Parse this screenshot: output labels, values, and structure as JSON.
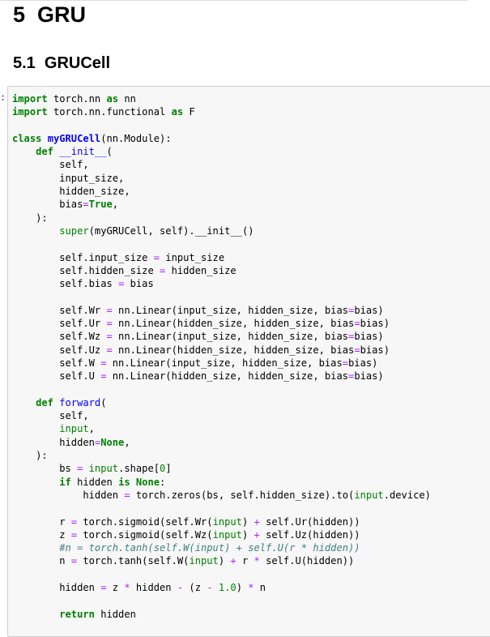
{
  "heading": {
    "h1": "5  GRU",
    "h2": "5.1  GRUCell"
  },
  "cell": {
    "prompt": ":"
  },
  "code_lines": [
    [
      [
        "kw",
        "import"
      ],
      [
        "t",
        " torch.nn "
      ],
      [
        "kw",
        "as"
      ],
      [
        "t",
        " nn"
      ]
    ],
    [
      [
        "kw",
        "import"
      ],
      [
        "t",
        " torch.nn.functional "
      ],
      [
        "kw",
        "as"
      ],
      [
        "t",
        " F"
      ]
    ],
    [],
    [
      [
        "kw",
        "class"
      ],
      [
        "t",
        " "
      ],
      [
        "nc",
        "myGRUCell"
      ],
      [
        "t",
        "(nn.Module):"
      ]
    ],
    [
      [
        "t",
        "    "
      ],
      [
        "kw",
        "def"
      ],
      [
        "t",
        " "
      ],
      [
        "nf",
        "__init__"
      ],
      [
        "t",
        "("
      ]
    ],
    [
      [
        "t",
        "        self,"
      ]
    ],
    [
      [
        "t",
        "        input_size,"
      ]
    ],
    [
      [
        "t",
        "        hidden_size,"
      ]
    ],
    [
      [
        "t",
        "        bias"
      ],
      [
        "op",
        "="
      ],
      [
        "kw",
        "True"
      ],
      [
        "t",
        ","
      ]
    ],
    [
      [
        "t",
        "    ):"
      ]
    ],
    [
      [
        "t",
        "        "
      ],
      [
        "nb",
        "super"
      ],
      [
        "t",
        "(myGRUCell, self)."
      ],
      [
        "t",
        "__init__"
      ],
      [
        "t",
        "()"
      ]
    ],
    [],
    [
      [
        "t",
        "        self.input_size "
      ],
      [
        "op",
        "="
      ],
      [
        "t",
        " input_size"
      ]
    ],
    [
      [
        "t",
        "        self.hidden_size "
      ],
      [
        "op",
        "="
      ],
      [
        "t",
        " hidden_size"
      ]
    ],
    [
      [
        "t",
        "        self.bias "
      ],
      [
        "op",
        "="
      ],
      [
        "t",
        " bias"
      ]
    ],
    [],
    [
      [
        "t",
        "        self.Wr "
      ],
      [
        "op",
        "="
      ],
      [
        "t",
        " nn.Linear(input_size, hidden_size, bias"
      ],
      [
        "op",
        "="
      ],
      [
        "t",
        "bias)"
      ]
    ],
    [
      [
        "t",
        "        self.Ur "
      ],
      [
        "op",
        "="
      ],
      [
        "t",
        " nn.Linear(hidden_size, hidden_size, bias"
      ],
      [
        "op",
        "="
      ],
      [
        "t",
        "bias)"
      ]
    ],
    [
      [
        "t",
        "        self.Wz "
      ],
      [
        "op",
        "="
      ],
      [
        "t",
        " nn.Linear(input_size, hidden_size, bias"
      ],
      [
        "op",
        "="
      ],
      [
        "t",
        "bias)"
      ]
    ],
    [
      [
        "t",
        "        self.Uz "
      ],
      [
        "op",
        "="
      ],
      [
        "t",
        " nn.Linear(hidden_size, hidden_size, bias"
      ],
      [
        "op",
        "="
      ],
      [
        "t",
        "bias)"
      ]
    ],
    [
      [
        "t",
        "        self.W "
      ],
      [
        "op",
        "="
      ],
      [
        "t",
        " nn.Linear(input_size, hidden_size, bias"
      ],
      [
        "op",
        "="
      ],
      [
        "t",
        "bias)"
      ]
    ],
    [
      [
        "t",
        "        self.U "
      ],
      [
        "op",
        "="
      ],
      [
        "t",
        " nn.Linear(hidden_size, hidden_size, bias"
      ],
      [
        "op",
        "="
      ],
      [
        "t",
        "bias)"
      ]
    ],
    [],
    [
      [
        "t",
        "    "
      ],
      [
        "kw",
        "def"
      ],
      [
        "t",
        " "
      ],
      [
        "nf",
        "forward"
      ],
      [
        "t",
        "("
      ]
    ],
    [
      [
        "t",
        "        self,"
      ]
    ],
    [
      [
        "t",
        "        "
      ],
      [
        "nb",
        "input"
      ],
      [
        "t",
        ","
      ]
    ],
    [
      [
        "t",
        "        hidden"
      ],
      [
        "op",
        "="
      ],
      [
        "kw",
        "None"
      ],
      [
        "t",
        ","
      ]
    ],
    [
      [
        "t",
        "    ):"
      ]
    ],
    [
      [
        "t",
        "        bs "
      ],
      [
        "op",
        "="
      ],
      [
        "t",
        " "
      ],
      [
        "nb",
        "input"
      ],
      [
        "t",
        ".shape["
      ],
      [
        "mi",
        "0"
      ],
      [
        "t",
        "]"
      ]
    ],
    [
      [
        "t",
        "        "
      ],
      [
        "kw",
        "if"
      ],
      [
        "t",
        " hidden "
      ],
      [
        "kw",
        "is"
      ],
      [
        "t",
        " "
      ],
      [
        "kw",
        "None"
      ],
      [
        "t",
        ":"
      ]
    ],
    [
      [
        "t",
        "            hidden "
      ],
      [
        "op",
        "="
      ],
      [
        "t",
        " torch.zeros(bs, self.hidden_size).to("
      ],
      [
        "nb",
        "input"
      ],
      [
        "t",
        ".device)"
      ]
    ],
    [],
    [
      [
        "t",
        "        r "
      ],
      [
        "op",
        "="
      ],
      [
        "t",
        " torch.sigmoid(self.Wr("
      ],
      [
        "nb",
        "input"
      ],
      [
        "t",
        ") "
      ],
      [
        "op",
        "+"
      ],
      [
        "t",
        " self.Ur(hidden))"
      ]
    ],
    [
      [
        "t",
        "        z "
      ],
      [
        "op",
        "="
      ],
      [
        "t",
        " torch.sigmoid(self.Wz("
      ],
      [
        "nb",
        "input"
      ],
      [
        "t",
        ") "
      ],
      [
        "op",
        "+"
      ],
      [
        "t",
        " self.Uz(hidden))"
      ]
    ],
    [
      [
        "t",
        "        "
      ],
      [
        "cm",
        "#n = torch.tanh(self.W(input) + self.U(r * hidden))"
      ]
    ],
    [
      [
        "t",
        "        n "
      ],
      [
        "op",
        "="
      ],
      [
        "t",
        " torch.tanh(self.W("
      ],
      [
        "nb",
        "input"
      ],
      [
        "t",
        ") "
      ],
      [
        "op",
        "+"
      ],
      [
        "t",
        " r "
      ],
      [
        "op",
        "*"
      ],
      [
        "t",
        " self.U(hidden))"
      ]
    ],
    [],
    [
      [
        "t",
        "        hidden "
      ],
      [
        "op",
        "="
      ],
      [
        "t",
        " z "
      ],
      [
        "op",
        "*"
      ],
      [
        "t",
        " hidden "
      ],
      [
        "op",
        "-"
      ],
      [
        "t",
        " (z "
      ],
      [
        "op",
        "-"
      ],
      [
        "t",
        " "
      ],
      [
        "mi",
        "1.0"
      ],
      [
        "t",
        ") "
      ],
      [
        "op",
        "*"
      ],
      [
        "t",
        " n"
      ]
    ],
    [],
    [
      [
        "t",
        "        "
      ],
      [
        "kw",
        "return"
      ],
      [
        "t",
        " hidden"
      ]
    ]
  ],
  "colors": {
    "keyword": "#008000",
    "function_name": "#0000ff",
    "operator": "#aa22ff",
    "number": "#008800",
    "comment": "#408080",
    "cell_background": "#f7f7f7",
    "cell_border": "#cfcfcf"
  }
}
